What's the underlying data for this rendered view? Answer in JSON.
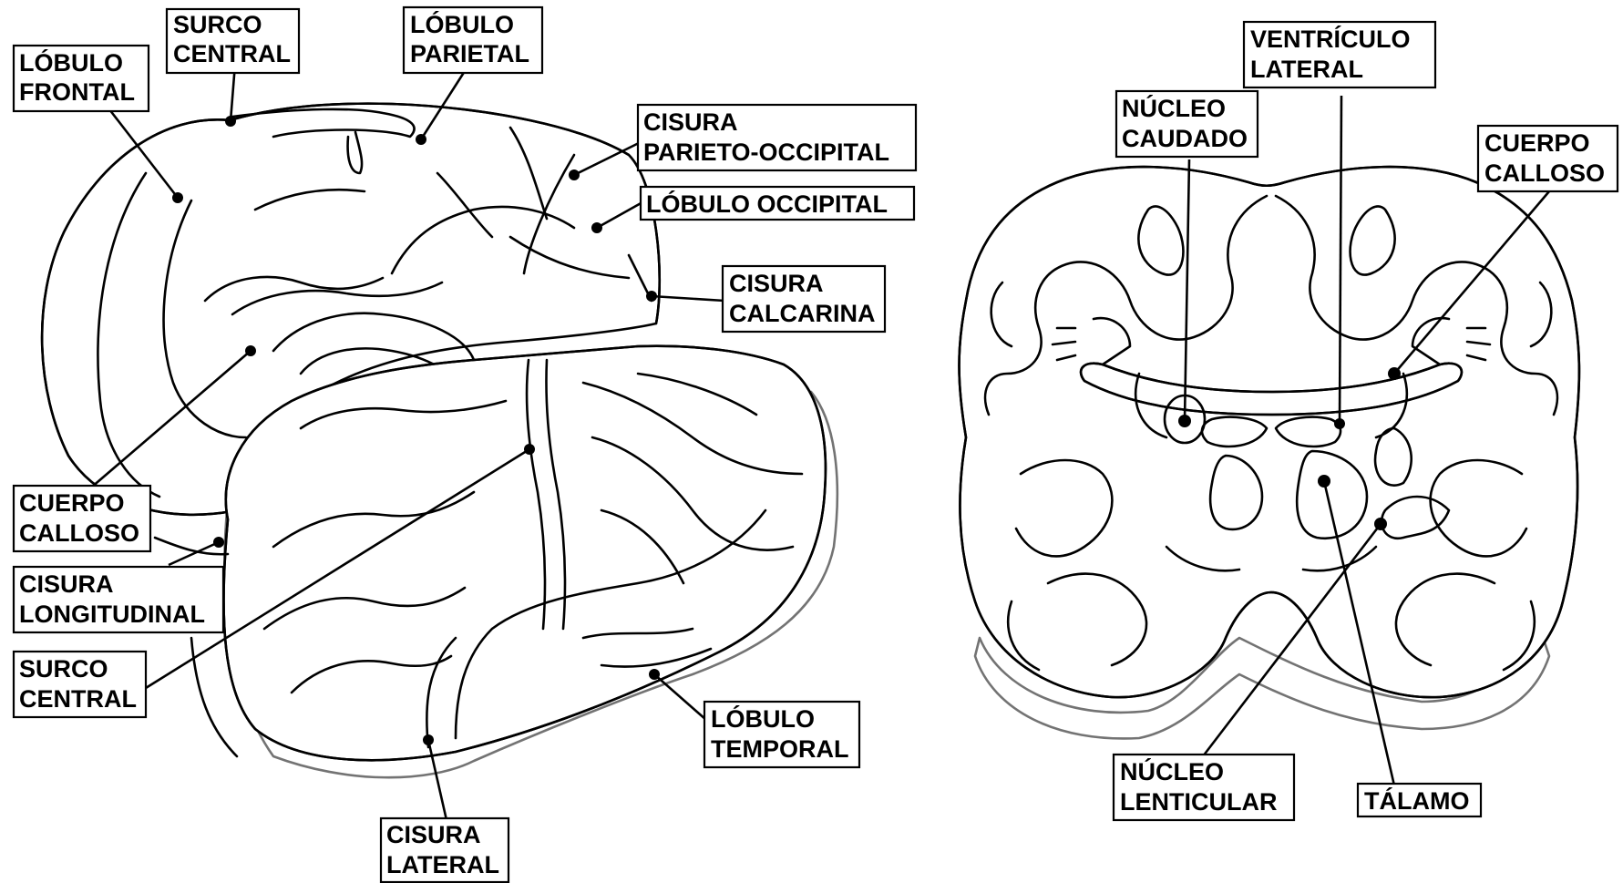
{
  "lateral_view": {
    "labels": {
      "surco_central_top": [
        "SURCO",
        "CENTRAL"
      ],
      "lobulo_frontal": [
        "LÓBULO",
        "FRONTAL"
      ],
      "lobulo_parietal": [
        "LÓBULO",
        "PARIETAL"
      ],
      "cisura_parieto_occipital": [
        "CISURA",
        "PARIETO-OCCIPITAL"
      ],
      "lobulo_occipital": [
        "LÓBULO OCCIPITAL"
      ],
      "cisura_calcarina": [
        "CISURA",
        "CALCARINA"
      ],
      "cuerpo_calloso": [
        "CUERPO",
        "CALLOSO"
      ],
      "cisura_longitudinal": [
        "CISURA",
        "LONGITUDINAL"
      ],
      "surco_central_bottom": [
        "SURCO",
        "CENTRAL"
      ],
      "lobulo_temporal": [
        "LÓBULO",
        "TEMPORAL"
      ],
      "cisura_lateral": [
        "CISURA",
        "LATERAL"
      ]
    }
  },
  "coronal_section": {
    "labels": {
      "ventriculo_lateral": [
        "VENTRÍCULO",
        "LATERAL"
      ],
      "nucleo_caudado": [
        "NÚCLEO",
        "CAUDADO"
      ],
      "cuerpo_calloso": [
        "CUERPO",
        "CALLOSO"
      ],
      "nucleo_lenticular": [
        "NÚCLEO",
        "LENTICULAR"
      ],
      "talamo": [
        "TÁLAMO"
      ]
    }
  }
}
